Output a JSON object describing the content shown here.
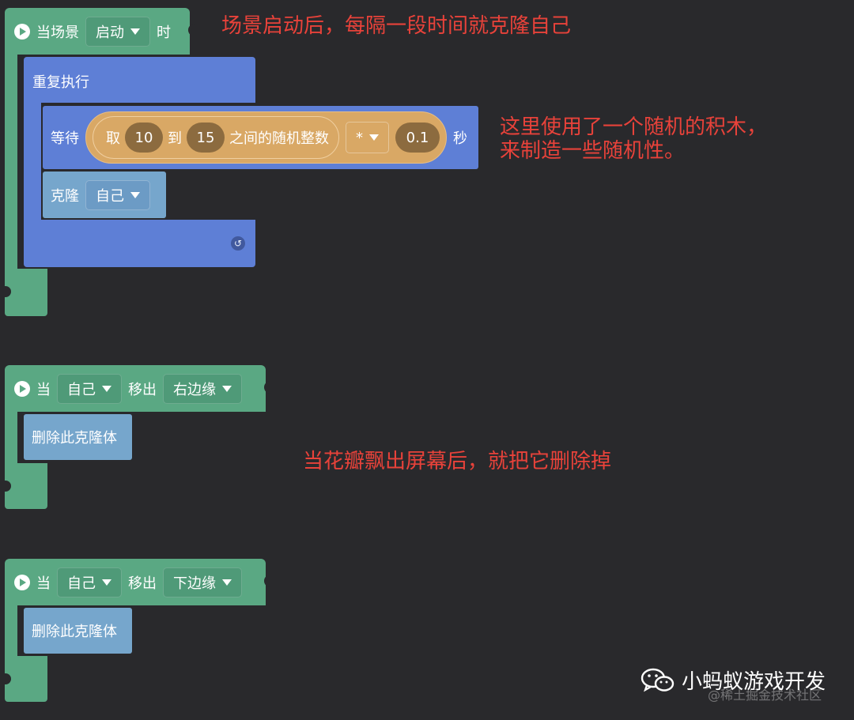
{
  "script1": {
    "when_label": "当场景",
    "event_value": "启动",
    "when_suffix": "时",
    "repeat_label": "重复执行",
    "wait_label": "等待",
    "take_label": "取",
    "min_value": "10",
    "to_label": "到",
    "max_value": "15",
    "random_suffix": "之间的随机整数",
    "operator_value": "*",
    "multiplier_value": "0.1",
    "seconds_label": "秒",
    "clone_label": "克隆",
    "clone_target": "自己"
  },
  "script2": {
    "when_label": "当",
    "sprite_value": "自己",
    "move_out_label": "移出",
    "edge_value": "右边缘",
    "action_label": "删除此克隆体"
  },
  "script3": {
    "when_label": "当",
    "sprite_value": "自己",
    "move_out_label": "移出",
    "edge_value": "下边缘",
    "action_label": "删除此克隆体"
  },
  "notes": {
    "note1": "场景启动后，每隔一段时间就克隆自己",
    "note2_line1": "这里使用了一个随机的积木，",
    "note2_line2": "来制造一些随机性。",
    "note3": "当花瓣飘出屏幕后，就把它删除掉"
  },
  "watermark": {
    "title": "小蚂蚁游戏开发",
    "subtitle": "@稀土掘金技术社区",
    "icon": "wechat-icon"
  },
  "colors": {
    "background": "#29292c",
    "event_green": "#5aa883",
    "control_blue": "#5e7fd6",
    "action_light_blue": "#76a6cc",
    "operator_orange": "#d9a865",
    "annotation_red": "#e8423a"
  }
}
